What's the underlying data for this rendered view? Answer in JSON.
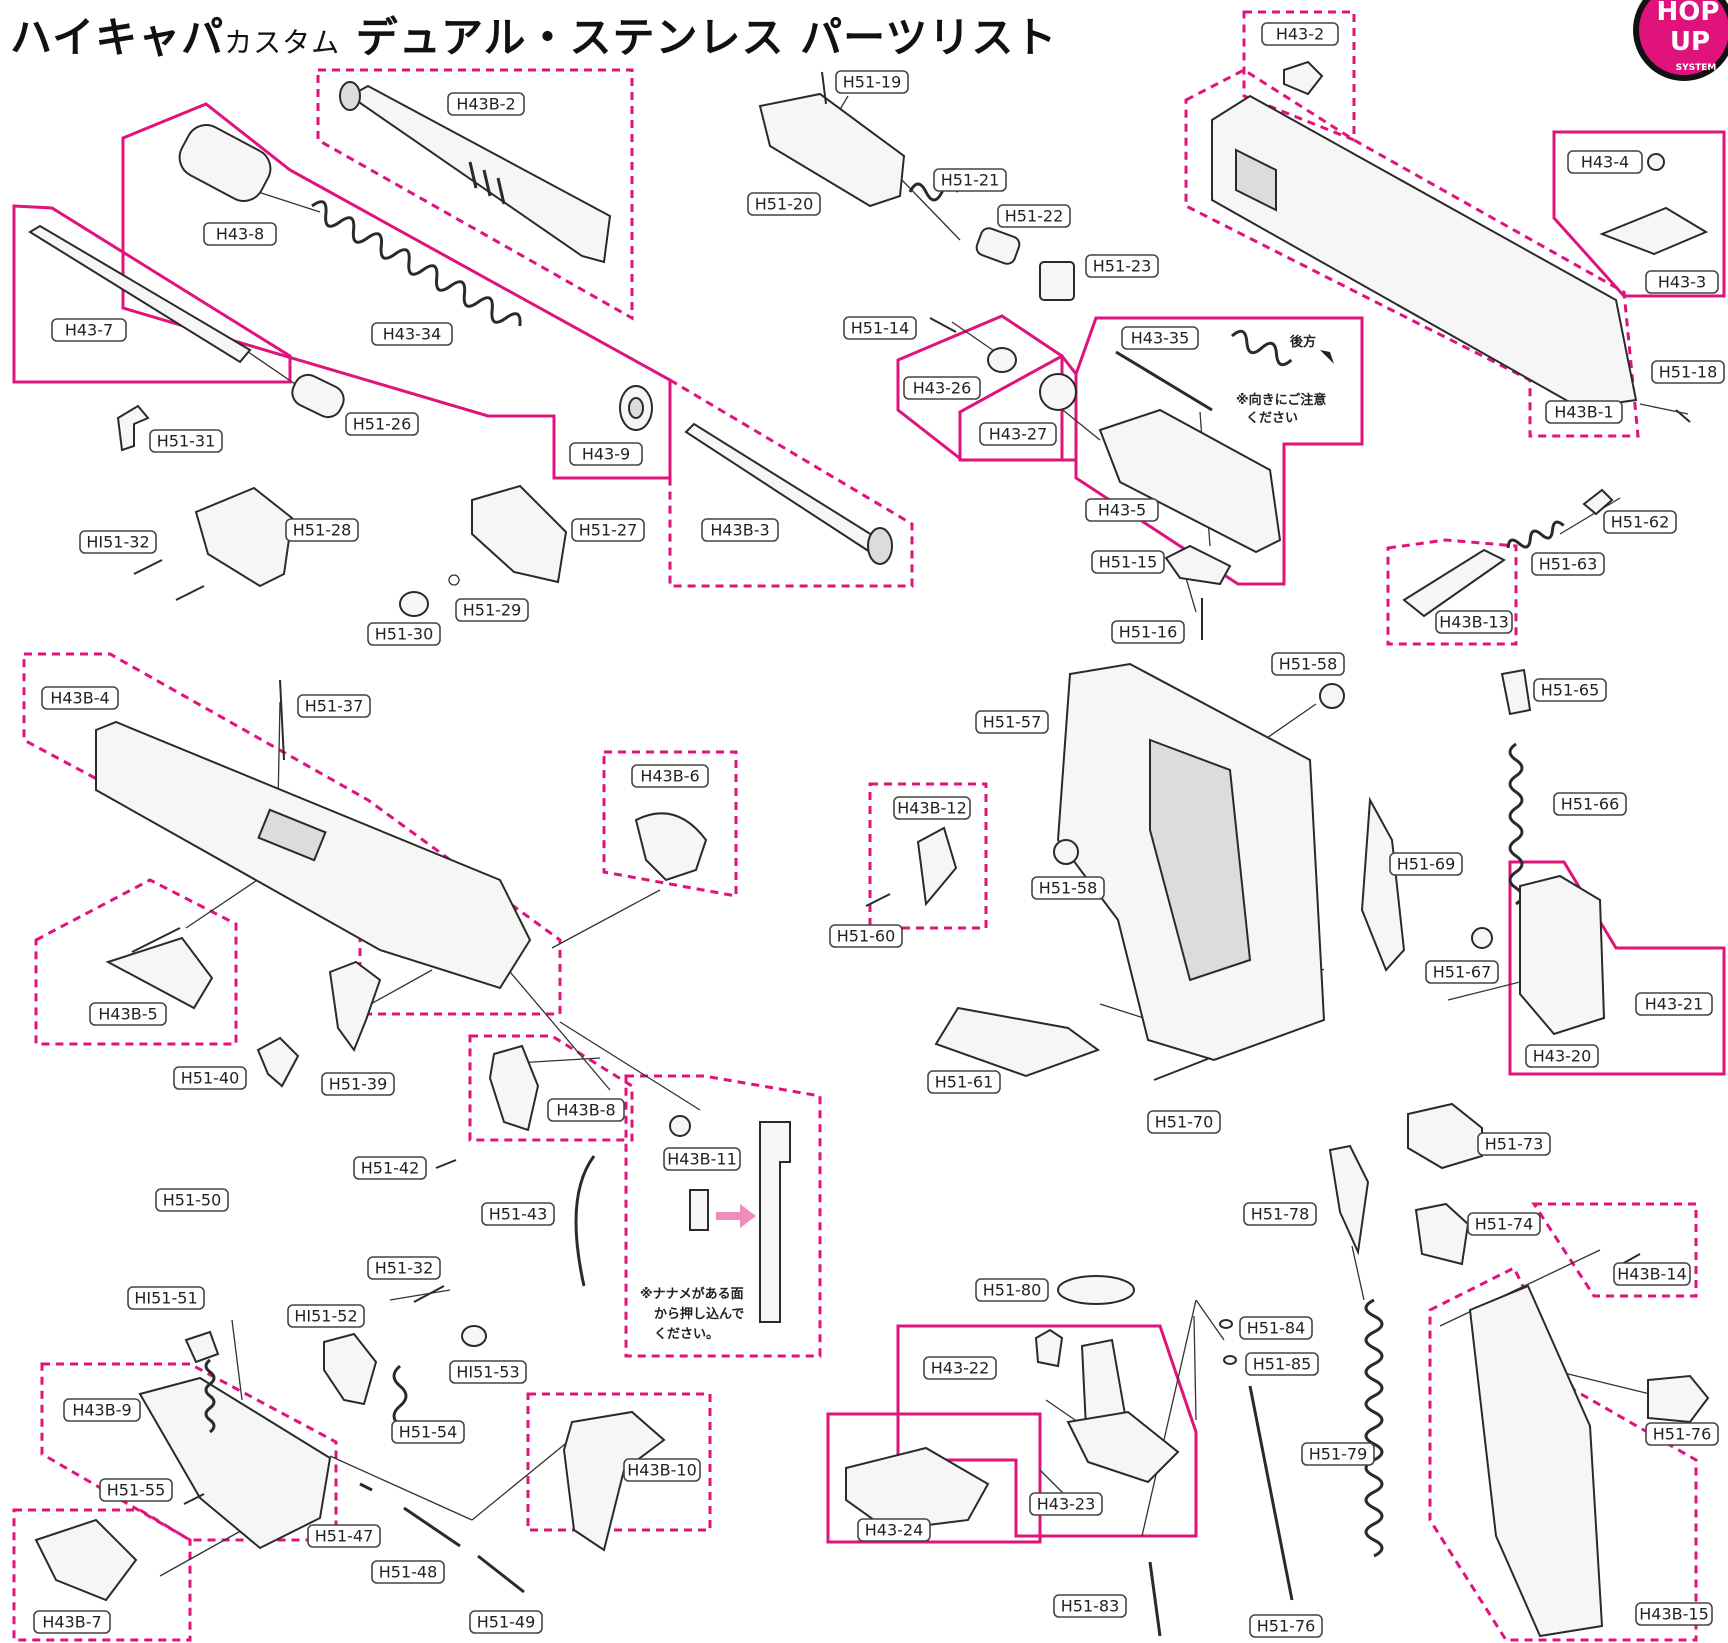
{
  "title": {
    "main_prefix": "ハイキャパ",
    "main_small": "カスタム",
    "main_suffix": " デュアル・ステンレス パーツリスト"
  },
  "logo": {
    "line1": "HOP",
    "line2": "UP",
    "line3": "SYSTEM"
  },
  "notes": {
    "recoil_direction": {
      "line1": "後方",
      "line2": "※向きにご注意",
      "line3": "ください"
    },
    "insert_direction": {
      "line1": "※ナナメがある面",
      "line2": "から押し込んで",
      "line3": "ください。"
    }
  },
  "labels": {
    "h43_2": "H43-2",
    "h43b_2": "H43B-2",
    "h43_8": "H43-8",
    "h43_7": "H43-7",
    "h43_34": "H43-34",
    "h51_26": "H51-26",
    "h51_31": "H51-31",
    "h43_9": "H43-9",
    "h43b_3": "H43B-3",
    "hi51_32a": "HI51-32",
    "h51_28": "H51-28",
    "h51_27": "H51-27",
    "h51_29": "H51-29",
    "h51_30": "H51-30",
    "h51_19": "H51-19",
    "h51_20": "H51-20",
    "h51_21": "H51-21",
    "h51_22": "H51-22",
    "h51_23": "H51-23",
    "h51_14": "H51-14",
    "h43_35": "H43-35",
    "h43_26": "H43-26",
    "h43_27": "H43-27",
    "h43_5": "H43-5",
    "h51_15": "H51-15",
    "h51_16": "H51-16",
    "h43_4": "H43-4",
    "h43_3": "H43-3",
    "h51_18": "H51-18",
    "h43b_1": "H43B-1",
    "h51_62": "H51-62",
    "h51_63": "H51-63",
    "h43b_13": "H43B-13",
    "h43b_4": "H43B-4",
    "h51_37": "H51-37",
    "h43b_6": "H43B-6",
    "h43b_5": "H43B-5",
    "h51_40": "H51-40",
    "h51_39": "H51-39",
    "h43b_8": "H43B-8",
    "h43b_11": "H43B-11",
    "h51_42": "H51-42",
    "h51_43": "H51-43",
    "h51_58a": "H51-58",
    "h51_57": "H51-57",
    "h43b_12": "H43B-12",
    "h51_58b": "H51-58",
    "h51_60": "H51-60",
    "h51_69": "H51-69",
    "h51_61": "H51-61",
    "h51_70": "H51-70",
    "h51_65": "H51-65",
    "h51_66": "H51-66",
    "h51_67": "H51-67",
    "h43_21": "H43-21",
    "h43_20": "H43-20",
    "h51_50": "H51-50",
    "hi51_51": "HI51-51",
    "h51_32b": "H51-32",
    "hi51_52": "HI51-52",
    "hi51_53": "HI51-53",
    "h43b_9": "H43B-9",
    "h51_54": "H51-54",
    "h51_55": "H51-55",
    "h43b_10": "H43B-10",
    "h51_47": "H51-47",
    "h51_48": "H51-48",
    "h43b_7": "H43B-7",
    "h51_49": "H51-49",
    "h51_73": "H51-73",
    "h51_78": "H51-78",
    "h51_74": "H51-74",
    "h43b_14": "H43B-14",
    "h51_80": "H51-80",
    "h51_84": "H51-84",
    "h51_85": "H51-85",
    "h43_22": "H43-22",
    "h43_24": "H43-24",
    "h43_23": "H43-23",
    "h51_79": "H51-79",
    "h51_76a": "H51-76",
    "h51_83": "H51-83",
    "h51_76b": "H51-76",
    "h43b_15": "H43B-15"
  },
  "colors": {
    "accent": "#e0137c",
    "line": "#2a2a2a",
    "arrow": "#f08cbc"
  }
}
